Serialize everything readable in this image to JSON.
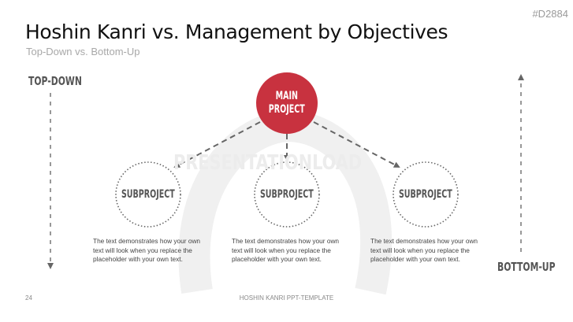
{
  "slide_code": "#D2884",
  "title": "Hoshin Kanri vs. Management by Objectives",
  "subtitle": "Top-Down vs. Bottom-Up",
  "top_down_label": "TOP-DOWN",
  "bottom_up_label": "BOTTOM-UP",
  "main_project": {
    "line1": "MAIN",
    "line2": "PROJECT",
    "color": "#c8323f"
  },
  "subprojects": [
    {
      "label": "SUBPROJECT",
      "text": "The text demonstrates how your own text will look when you replace the placeholder with your own text."
    },
    {
      "label": "SUBPROJECT",
      "text": "The text demonstrates how your own text will look when you replace the placeholder with your own text."
    },
    {
      "label": "SUBPROJECT",
      "text": "The text demonstrates how your own text will look when you replace the placeholder with your own text."
    }
  ],
  "watermark": "PRESENTATIONLOAD",
  "footer": {
    "page_number": "24",
    "template_name": "HOSHIN KANRI PPT-TEMPLATE"
  }
}
